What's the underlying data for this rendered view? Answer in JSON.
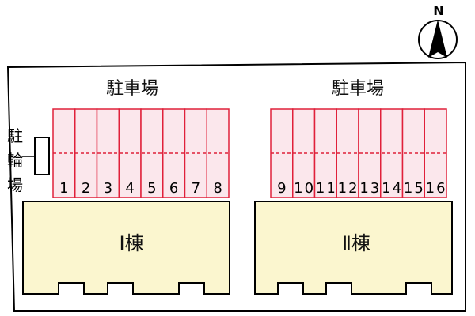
{
  "compass": {
    "label": "N",
    "icon": "north-arrow-icon"
  },
  "parking": {
    "left_label": "駐車場",
    "right_label": "駐車場",
    "slots_left": [
      "1",
      "2",
      "3",
      "4",
      "5",
      "6",
      "7",
      "8"
    ],
    "slots_right": [
      "9",
      "10",
      "11",
      "12",
      "13",
      "14",
      "15",
      "16"
    ]
  },
  "bike_parking": {
    "chars": [
      "駐",
      "輪",
      "場"
    ]
  },
  "buildings": [
    {
      "label": "Ⅰ棟"
    },
    {
      "label": "Ⅱ棟"
    }
  ],
  "colors": {
    "slot_stroke": "#e0203a",
    "slot_fill": "#fbe7ec",
    "building_fill": "#fbf6cf",
    "outline": "#000000"
  }
}
